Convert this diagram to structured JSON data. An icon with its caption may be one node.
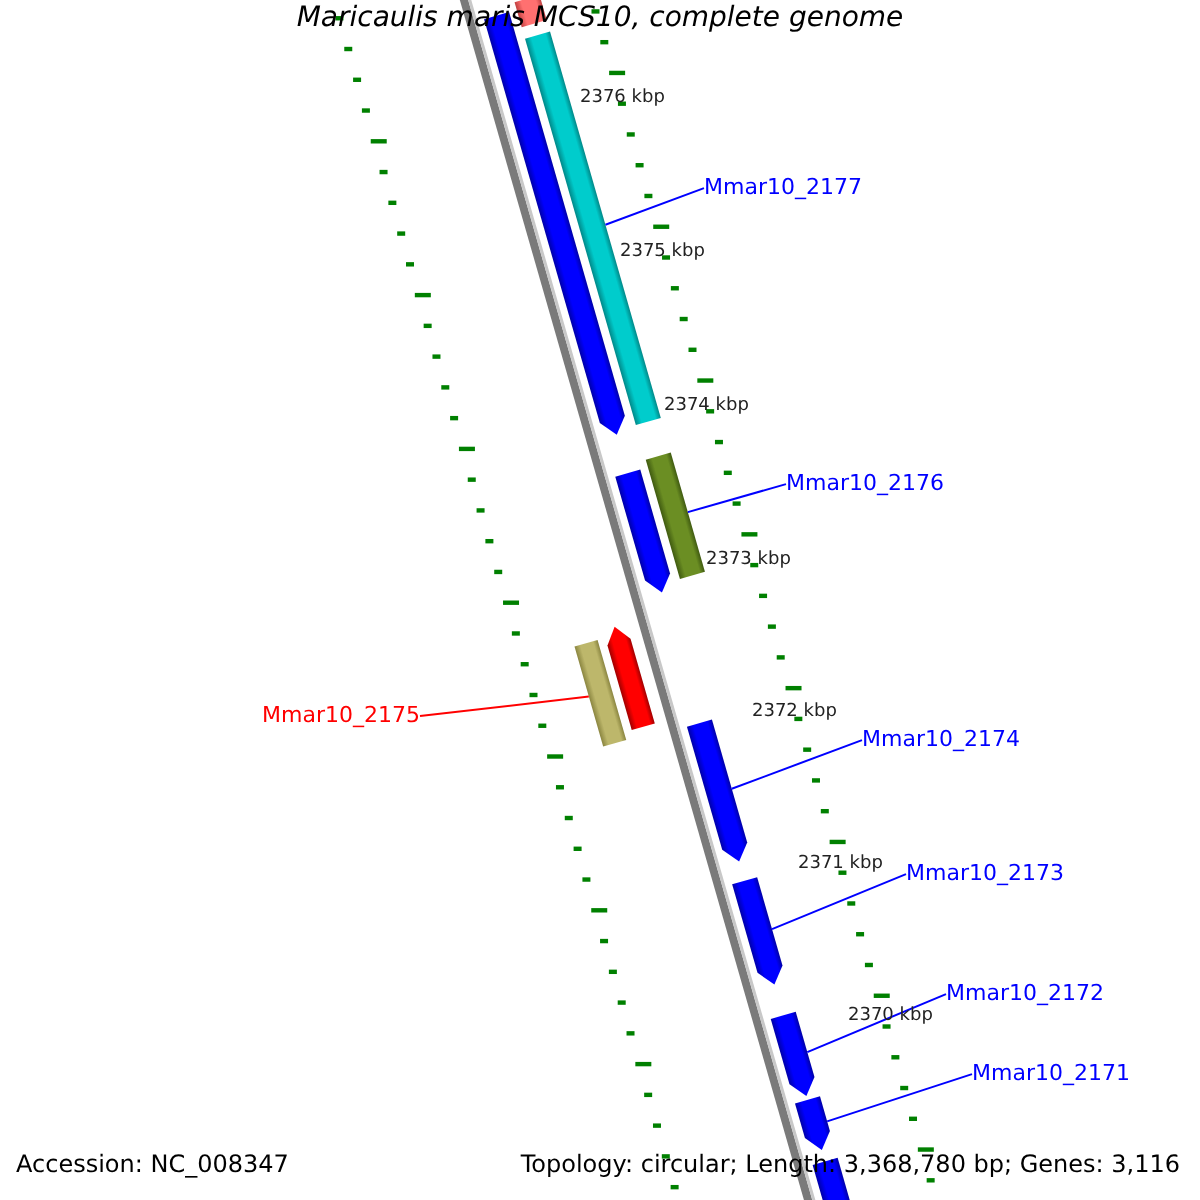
{
  "diagram": {
    "title": "Maricaulis maris MCS10, complete genome",
    "nodes": [
      {
        "text": [
          "Mmar10_2177"
        ]
      },
      {
        "text": [],
        "shape": "bar"
      },
      {
        "text": [
          "Mmar10_2176"
        ]
      },
      {
        "text": [],
        "shape": "bar"
      },
      {
        "text": [
          "Mmar10_2175"
        ]
      },
      {
        "text": [],
        "shape": "bar"
      },
      {
        "text": [
          "Mmar10_2174"
        ]
      },
      {
        "text": [],
        "shape": "bar"
      },
      {
        "text": [
          "Mmar10_2173"
        ]
      },
      {
        "text": [],
        "shape": "bar"
      },
      {
        "text": [
          "Mmar10_2172"
        ]
      },
      {
        "text": [],
        "shape": "bar"
      },
      {
        "text": [
          "Mmar10_2171"
        ]
      },
      {
        "text": [],
        "shape": "bar"
      },
      {
        "text": [],
        "shape": "bar"
      },
      {
        "text": [],
        "shape": "bar"
      },
      {
        "text": [],
        "shape": "bar"
      },
      {
        "text": [],
        "shape": "bar"
      },
      {
        "text": [],
        "shape": "bar"
      }
    ],
    "edges": [
      {
        "from": 0,
        "to": 1,
        "arrow": "none"
      },
      {
        "from": 2,
        "to": 3,
        "arrow": "none"
      },
      {
        "from": 4,
        "to": 5,
        "arrow": "none",
        "color": "#ff0000"
      },
      {
        "from": 6,
        "to": 7,
        "arrow": "none"
      },
      {
        "from": 8,
        "to": 9,
        "arrow": "none"
      },
      {
        "from": 10,
        "to": 11,
        "arrow": "none"
      },
      {
        "from": 12,
        "to": 13,
        "arrow": "none"
      }
    ],
    "labels": [
      "2376 kbp",
      "2375 kbp",
      "2374 kbp",
      "2373 kbp",
      "2372 kbp",
      "2371 kbp",
      "2370 kbp",
      "Accession: NC_008347",
      "Topology: circular; Length: 3,368,780 bp; Genes: 3,116"
    ]
  }
}
